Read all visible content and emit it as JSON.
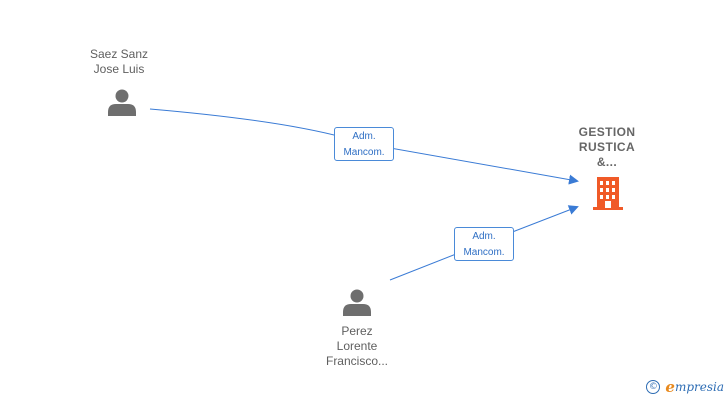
{
  "nodes": {
    "saez": {
      "line1": "Saez Sanz",
      "line2": "Jose Luis",
      "icon": "person-icon"
    },
    "perez": {
      "line1": "Perez",
      "line2": "Lorente",
      "line3": "Francisco...",
      "icon": "person-icon"
    },
    "company": {
      "line1": "GESTION",
      "line2": "RUSTICA",
      "line3": "&...",
      "icon": "building-icon"
    }
  },
  "edges": [
    {
      "from": "Saez Sanz Jose Luis",
      "to": "GESTION RUSTICA &...",
      "label_line1": "Adm.",
      "label_line2": "Mancom."
    },
    {
      "from": "Perez Lorente Francisco...",
      "to": "GESTION RUSTICA &...",
      "label_line1": "Adm.",
      "label_line2": "Mancom."
    }
  ],
  "colors": {
    "edge": "#3a7bd5",
    "person": "#6e6e6e",
    "company": "#f05a28",
    "brand": "#2e6db4",
    "brand_accent": "#e8891d"
  },
  "footer": {
    "copyright_symbol": "©",
    "brand_initial": "e",
    "brand_rest": "mpresia"
  }
}
